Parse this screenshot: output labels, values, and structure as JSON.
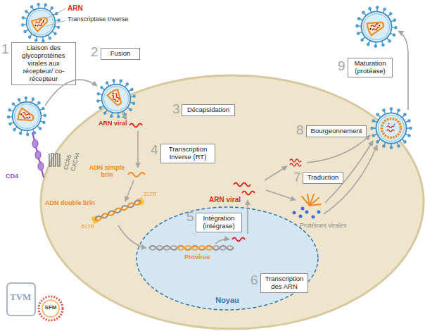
{
  "diagram": {
    "nodes": [
      {
        "text": [
          "Liaison des glycoprotéines virales aux récepteur/ co-récepteur"
        ]
      },
      {
        "text": [
          "Fusion"
        ]
      },
      {
        "text": [
          "Décapsidation"
        ]
      },
      {
        "text": [
          "Transcription Inverse (RT)"
        ]
      },
      {
        "text": [
          "Noyau"
        ]
      },
      {
        "text": [
          "Intégration (intégrase)"
        ],
        "in": 4
      },
      {
        "text": [
          "Transcription des ARN"
        ],
        "in": 4
      },
      {
        "text": [
          "Traduction"
        ]
      },
      {
        "text": [
          "Bourgeonnement"
        ]
      },
      {
        "text": [
          "Maturation (protéase)"
        ]
      }
    ],
    "labels": [
      "1",
      "ARN",
      "Transcriptase Inverse",
      "2",
      "CD4",
      "CCR5",
      "CXCR4",
      "3",
      "ARN viral",
      "4",
      "ADN simple brin",
      "ADN double brin",
      "5'LTR",
      "3'LTR",
      "5",
      "Provirus",
      "6",
      "ARN viral",
      "7",
      "Protéines virales",
      "8",
      "9",
      "TVM",
      "SFM"
    ]
  }
}
